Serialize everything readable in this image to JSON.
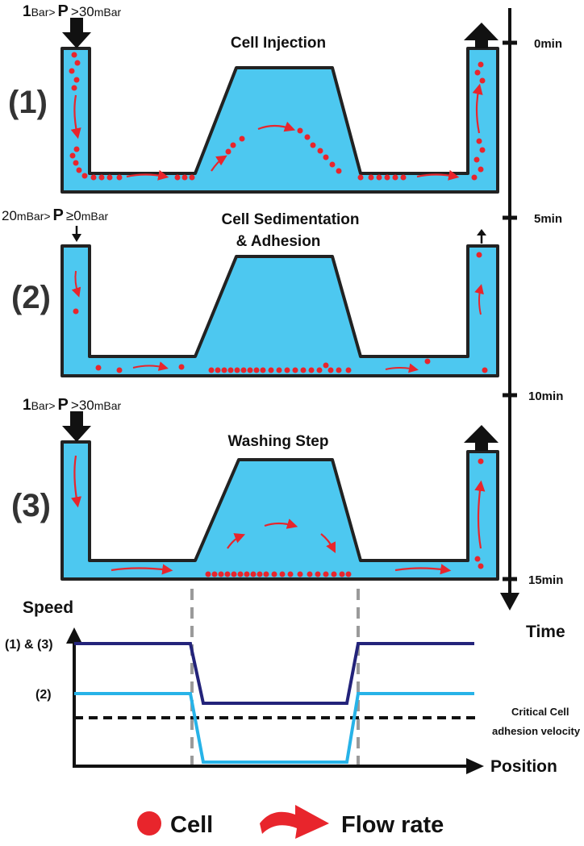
{
  "steps": [
    {
      "id": "1",
      "number_label": "(1)",
      "title": "Cell Injection",
      "title_line2": "",
      "pressure": {
        "left": "1",
        "left_unit": "Bar>",
        "p": "P",
        "right": ">30",
        "right_unit": "mBar",
        "strength": "strong"
      }
    },
    {
      "id": "2",
      "number_label": "(2)",
      "title": "Cell Sedimentation",
      "title_line2": "& Adhesion",
      "pressure": {
        "left": "20",
        "left_unit": "mBar>",
        "p": "P",
        "right": "≥0",
        "right_unit": "mBar",
        "strength": "weak"
      }
    },
    {
      "id": "3",
      "number_label": "(3)",
      "title": "Washing Step",
      "title_line2": "",
      "pressure": {
        "left": "1",
        "left_unit": "Bar>",
        "p": "P",
        "right": ">30",
        "right_unit": "mBar",
        "strength": "strong"
      }
    }
  ],
  "timeline": {
    "axis_label": "Time",
    "ticks": [
      "0min",
      "5min",
      "10min",
      "15min"
    ]
  },
  "speed_graph": {
    "y_label": "Speed",
    "x_label": "Position",
    "series_labels": [
      "(1) & (3)",
      "(2)"
    ],
    "threshold_label_line1": "Critical Cell",
    "threshold_label_line2": "adhesion velocity"
  },
  "legend": {
    "cell_label": "Cell",
    "flow_label": "Flow rate"
  },
  "colors": {
    "channel_fill": "#4dc8f0",
    "channel_stroke": "#222222",
    "cell": "#e8252c",
    "series_1_3": "#23237a",
    "series_2": "#27b3e8",
    "threshold": "#111111",
    "guide": "#9a9a9a"
  }
}
